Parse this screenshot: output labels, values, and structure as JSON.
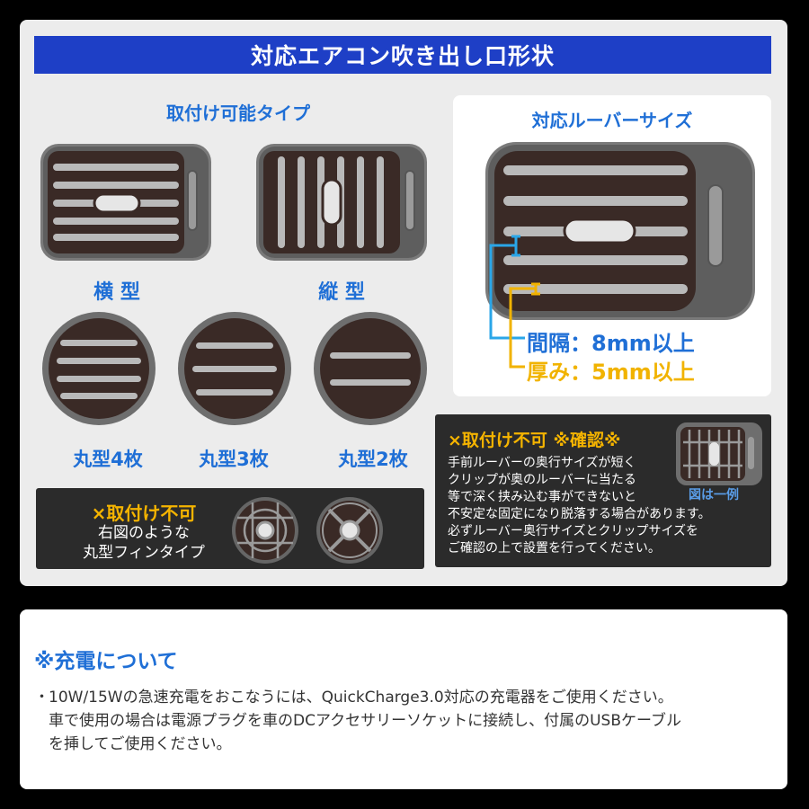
{
  "header": {
    "title": "対応エアコン吹き出し口形状"
  },
  "mountable": {
    "heading": "取付け可能タイプ",
    "yoko_label": "横 型",
    "tate_label": "縦 型",
    "round4_label": "丸型4枚",
    "round3_label": "丸型3枚",
    "round2_label": "丸型2枚"
  },
  "louver": {
    "heading": "対応ルーバーサイズ",
    "spacing": "間隔：8mm以上",
    "thickness": "厚み：5mm以上"
  },
  "not_mountable": {
    "title": "×取付け不可",
    "text": "右図のような\n丸型フィンタイプ"
  },
  "caution": {
    "title": "×取付け不可 ※確認※",
    "text": "手前ルーバーの奥行サイズが短く\nクリップが奥のルーバーに当たる\n等で深く挟み込む事ができないと\n不安定な固定になり脱落する場合があります。\n必ずルーバー奥行サイズとクリップサイズを\nご確認の上で設置を行ってください。",
    "example": "図は一例"
  },
  "charging": {
    "title": "※充電について",
    "bullet": "・",
    "text": "10W/15Wの急速充電をおこなうには、QuickCharge3.0対応の充電器をご使用ください。\n車で使用の場合は電源プラグを車のDCアクセサリーソケットに接続し、付属のUSBケーブル\nを挿してご使用ください。"
  },
  "colors": {
    "blue_title": "#1e3fc6",
    "accent_blue": "#1f6fd6",
    "accent_yellow": "#f1b300",
    "vent_dark": "#3a2a26",
    "vent_frame": "#6e6e6e",
    "fin": "#b9b9b9"
  }
}
